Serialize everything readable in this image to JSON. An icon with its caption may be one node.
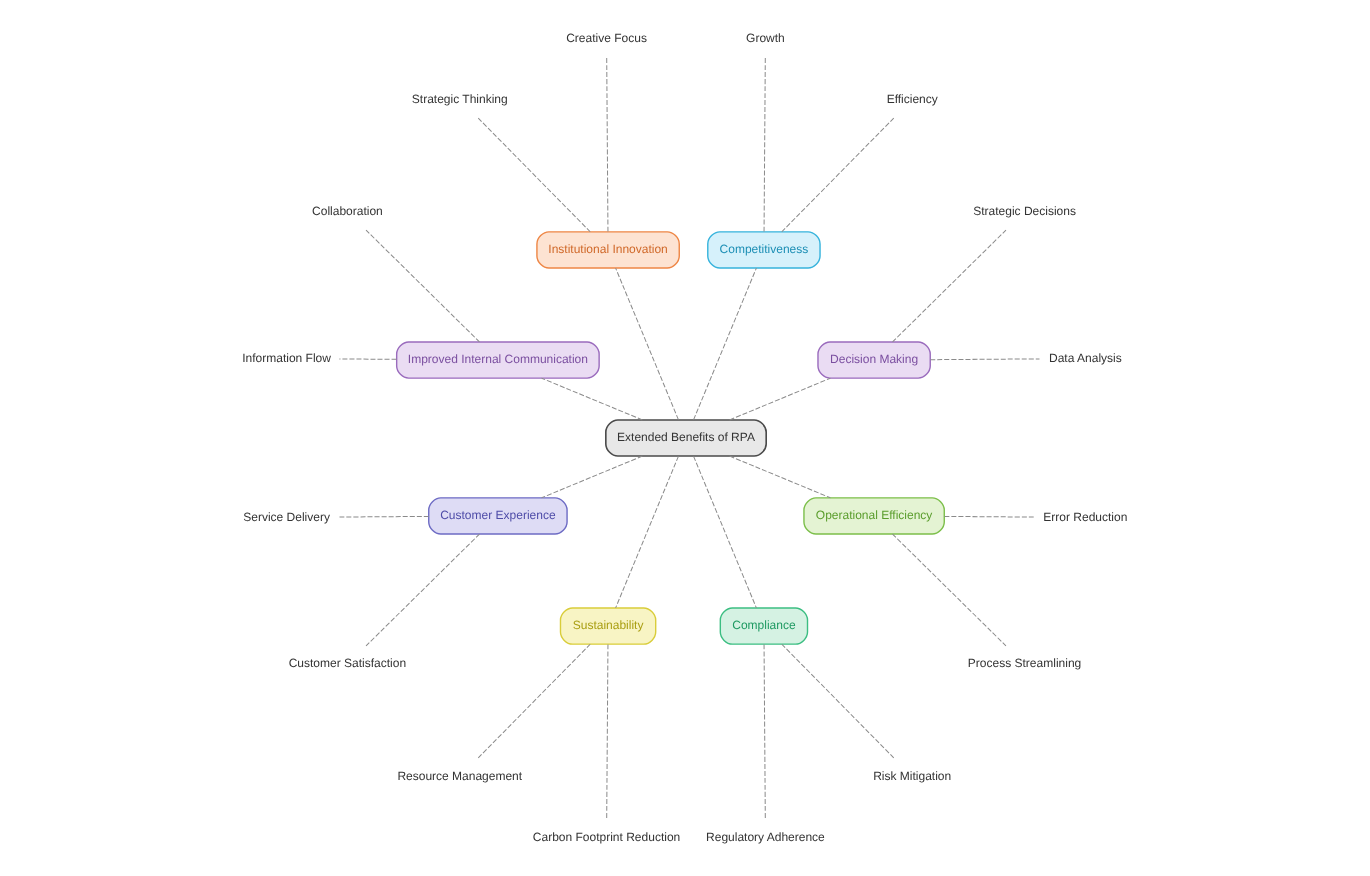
{
  "diagram": {
    "nodes": [
      {
        "text": [
          "Extended Benefits of RPA"
        ]
      },
      {
        "text": [
          "Decision Making"
        ]
      },
      {
        "text": [
          "Data Analysis"
        ]
      },
      {
        "text": [
          "Strategic Decisions"
        ]
      },
      {
        "text": [
          "Competitiveness"
        ]
      },
      {
        "text": [
          "Efficiency"
        ]
      },
      {
        "text": [
          "Growth"
        ]
      },
      {
        "text": [
          "Institutional Innovation"
        ]
      },
      {
        "text": [
          "Creative Focus"
        ]
      },
      {
        "text": [
          "Strategic Thinking"
        ]
      },
      {
        "text": [
          "Improved Internal Communication"
        ]
      },
      {
        "text": [
          "Collaboration"
        ]
      },
      {
        "text": [
          "Information Flow"
        ]
      },
      {
        "text": [
          "Customer Experience"
        ]
      },
      {
        "text": [
          "Service Delivery"
        ]
      },
      {
        "text": [
          "Customer Satisfaction"
        ]
      },
      {
        "text": [
          "Sustainability"
        ]
      },
      {
        "text": [
          "Resource Management"
        ]
      },
      {
        "text": [
          "Carbon Footprint Reduction"
        ]
      },
      {
        "text": [
          "Compliance"
        ]
      },
      {
        "text": [
          "Regulatory Adherence"
        ]
      },
      {
        "text": [
          "Risk Mitigation"
        ]
      },
      {
        "text": [
          "Operational Efficiency"
        ]
      },
      {
        "text": [
          "Process Streamlining"
        ]
      },
      {
        "text": [
          "Error Reduction"
        ]
      }
    ],
    "edges": [
      {
        "from": 0,
        "to": 1,
        "arrow": "none",
        "style": "dashed"
      },
      {
        "from": 1,
        "to": 2,
        "arrow": "none",
        "style": "dashed"
      },
      {
        "from": 1,
        "to": 3,
        "arrow": "none",
        "style": "dashed"
      },
      {
        "from": 0,
        "to": 4,
        "arrow": "none",
        "style": "dashed"
      },
      {
        "from": 4,
        "to": 5,
        "arrow": "none",
        "style": "dashed"
      },
      {
        "from": 4,
        "to": 6,
        "arrow": "none",
        "style": "dashed"
      },
      {
        "from": 0,
        "to": 7,
        "arrow": "none",
        "style": "dashed"
      },
      {
        "from": 7,
        "to": 8,
        "arrow": "none",
        "style": "dashed"
      },
      {
        "from": 7,
        "to": 9,
        "arrow": "none",
        "style": "dashed"
      },
      {
        "from": 0,
        "to": 10,
        "arrow": "none",
        "style": "dashed"
      },
      {
        "from": 10,
        "to": 11,
        "arrow": "none",
        "style": "dashed"
      },
      {
        "from": 10,
        "to": 12,
        "arrow": "none",
        "style": "dashed"
      },
      {
        "from": 0,
        "to": 13,
        "arrow": "none",
        "style": "dashed"
      },
      {
        "from": 13,
        "to": 14,
        "arrow": "none",
        "style": "dashed"
      },
      {
        "from": 13,
        "to": 15,
        "arrow": "none",
        "style": "dashed"
      },
      {
        "from": 0,
        "to": 16,
        "arrow": "none",
        "style": "dashed"
      },
      {
        "from": 16,
        "to": 17,
        "arrow": "none",
        "style": "dashed"
      },
      {
        "from": 16,
        "to": 18,
        "arrow": "none",
        "style": "dashed"
      },
      {
        "from": 0,
        "to": 19,
        "arrow": "none",
        "style": "dashed"
      },
      {
        "from": 19,
        "to": 20,
        "arrow": "none",
        "style": "dashed"
      },
      {
        "from": 19,
        "to": 21,
        "arrow": "none",
        "style": "dashed"
      },
      {
        "from": 0,
        "to": 22,
        "arrow": "none",
        "style": "dashed"
      },
      {
        "from": 22,
        "to": 23,
        "arrow": "none",
        "style": "dashed"
      },
      {
        "from": 22,
        "to": 24,
        "arrow": "none",
        "style": "dashed"
      }
    ]
  }
}
